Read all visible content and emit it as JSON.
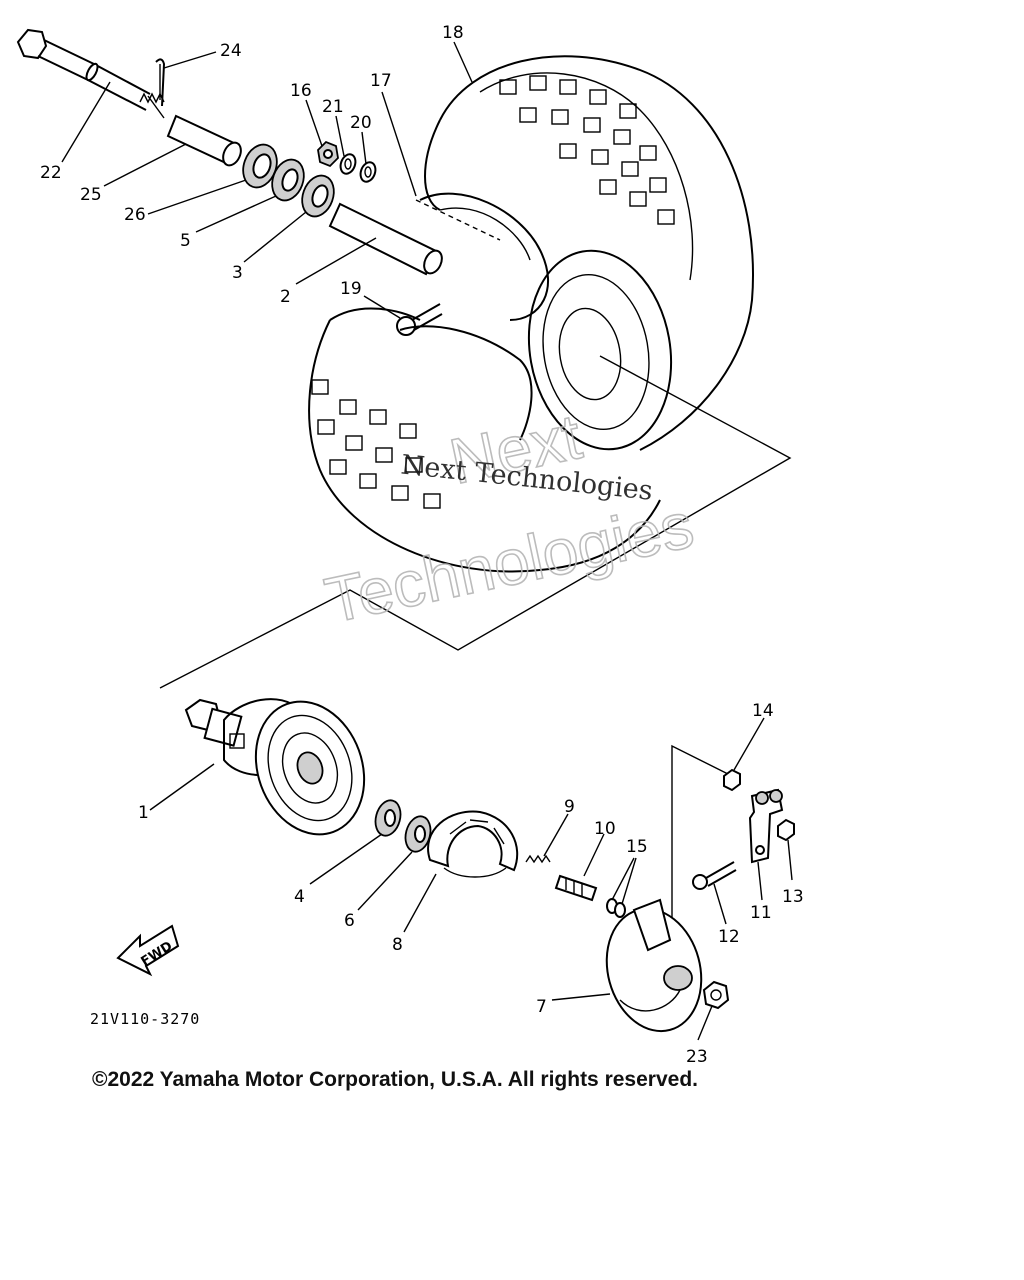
{
  "parts": {
    "p1": "1",
    "p2": "2",
    "p3": "3",
    "p4": "4",
    "p5": "5",
    "p6": "6",
    "p7": "7",
    "p8": "8",
    "p9": "9",
    "p10": "10",
    "p11": "11",
    "p12": "12",
    "p13": "13",
    "p14": "14",
    "p15": "15",
    "p16": "16",
    "p17": "17",
    "p18": "18",
    "p19": "19",
    "p20": "20",
    "p21": "21",
    "p22": "22",
    "p23": "23",
    "p24": "24",
    "p25": "25",
    "p26": "26"
  },
  "fwd_label": "FWD",
  "diagram_code": "21V110-3270",
  "watermark": {
    "outline_line1": "Next",
    "outline_line2": "Technologies",
    "serif": "Next Technologies"
  },
  "copyright": "©2022 Yamaha Motor Corporation, U.S.A. All rights reserved."
}
